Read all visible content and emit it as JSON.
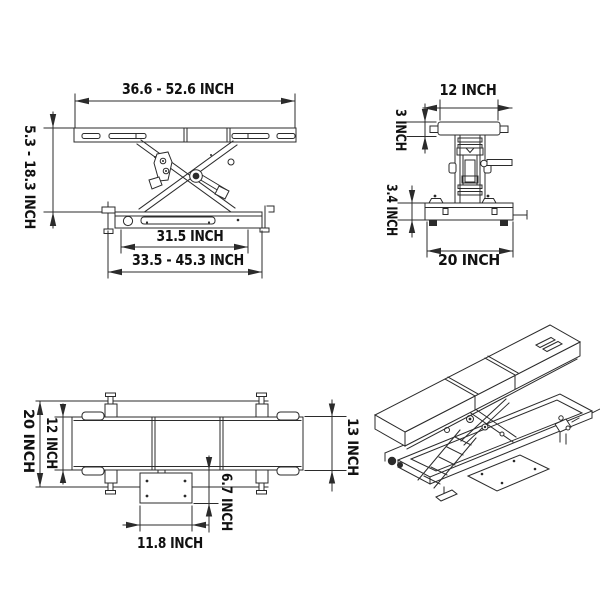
{
  "drawing": {
    "subject": "scissor lift table dimension drawing",
    "unit": "INCH",
    "colors": {
      "background": "#ffffff",
      "line": "#2b2b2b",
      "text": "#111111"
    }
  },
  "views": {
    "side": {
      "width_range": "36.6 - 52.6 INCH",
      "height_range": "5.3 - 18.3 INCH",
      "base_inner": "31.5 INCH",
      "base_range": "33.5 - 45.3 INCH"
    },
    "end": {
      "top_width": "12 INCH",
      "top_thickness": "3 INCH",
      "base_height": "3.4 INCH",
      "base_width": "20 INCH"
    },
    "top": {
      "frame_width": "20 INCH",
      "table_width": "12 INCH",
      "side_width": "13 INCH",
      "plate_offset": "6.7 INCH",
      "plate_width": "11.8 INCH"
    }
  }
}
